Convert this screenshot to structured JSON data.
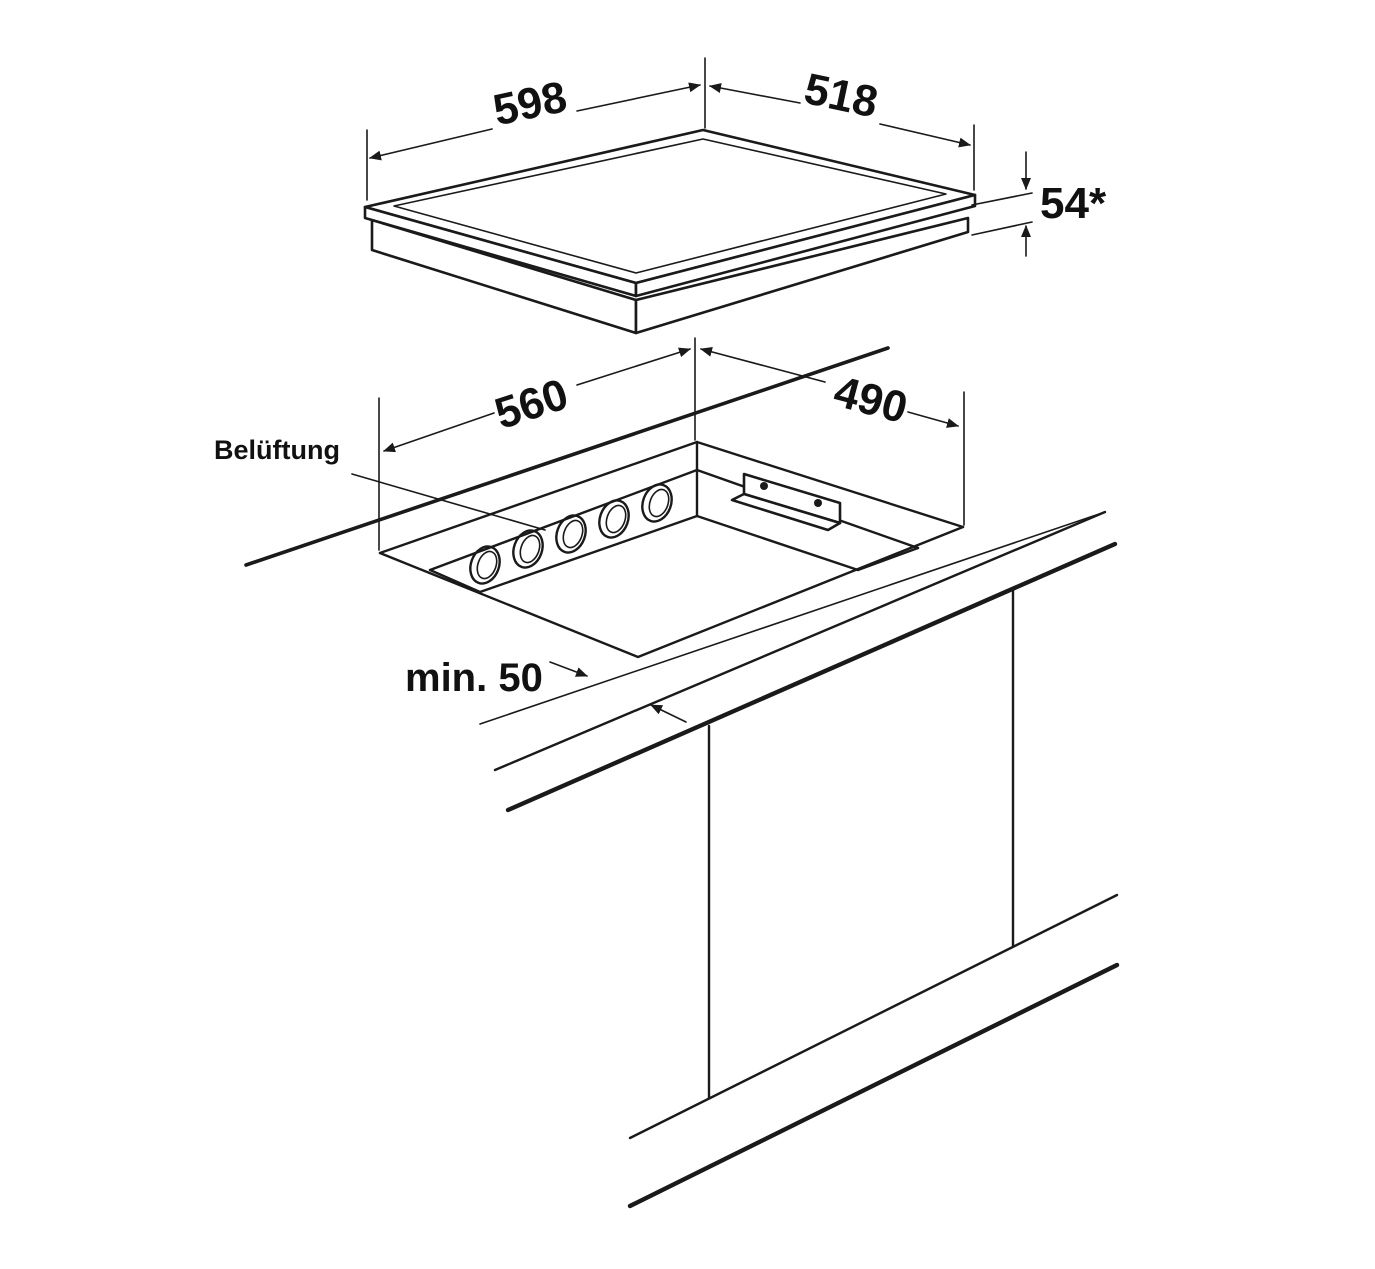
{
  "hob": {
    "width": "598",
    "depth": "518",
    "height": "54*"
  },
  "cutout": {
    "width": "560",
    "depth": "490",
    "ventilation_label": "Belüftung",
    "min_distance": "min. 50"
  },
  "colors": {
    "line": "#1a1a1a",
    "background": "#ffffff"
  }
}
